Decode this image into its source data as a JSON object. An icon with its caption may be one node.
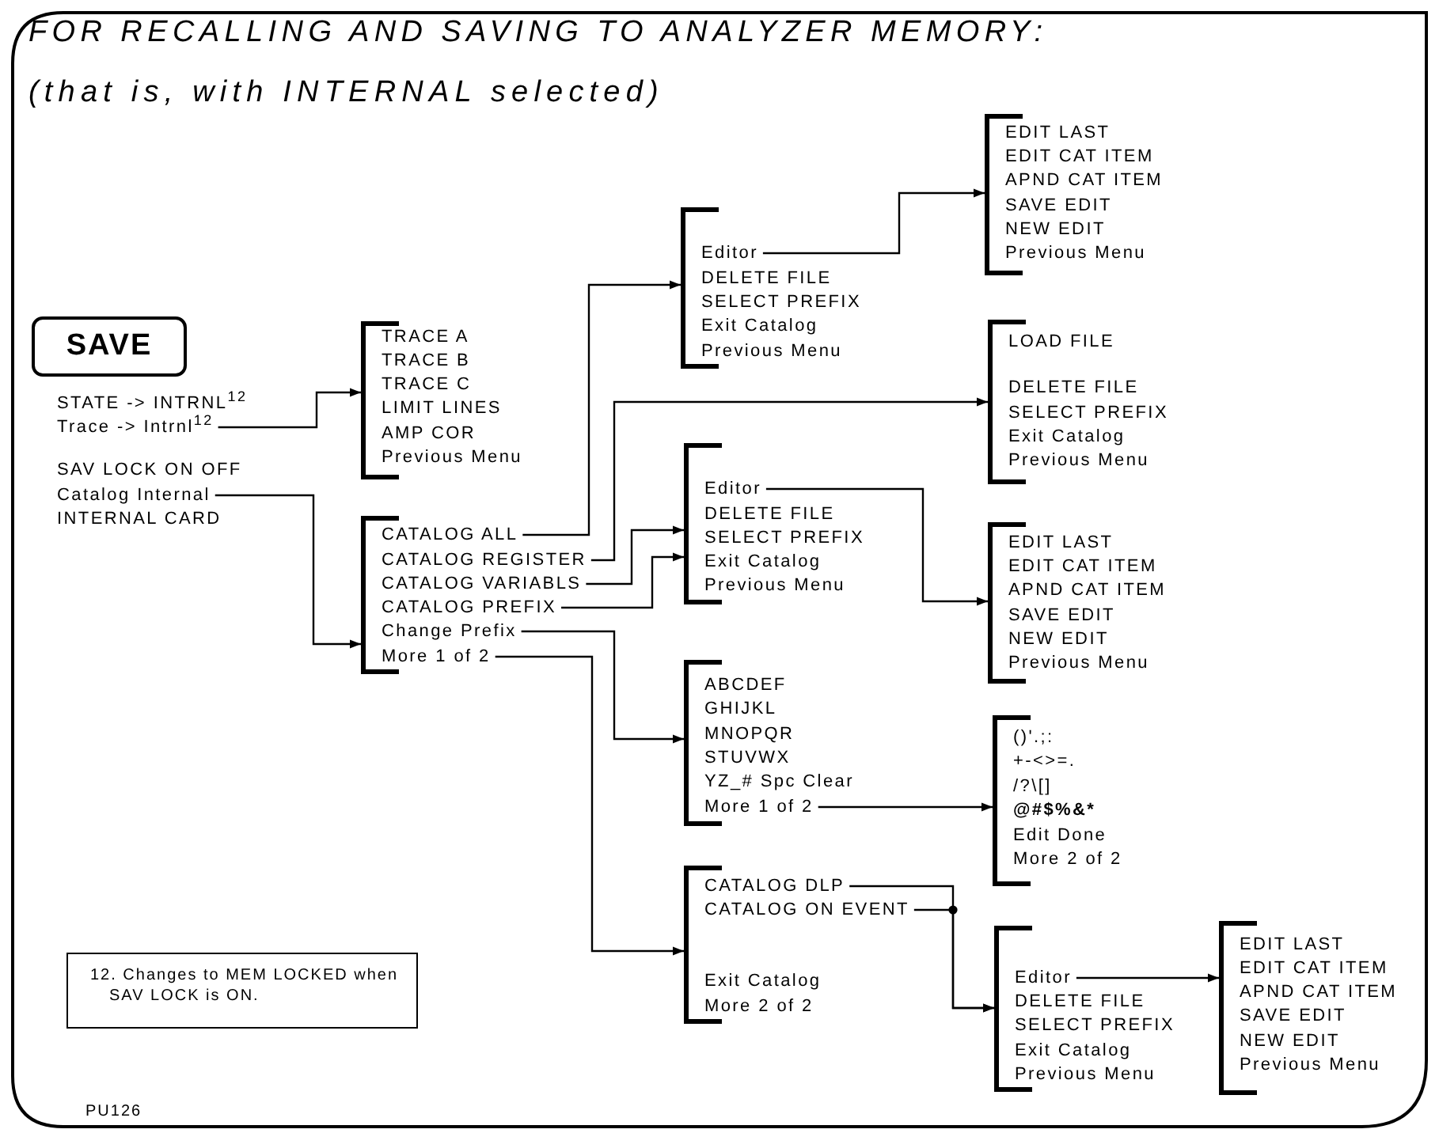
{
  "diagram": {
    "title": "FOR RECALLING AND SAVING TO ANALYZER MEMORY:",
    "nodes": [
      {
        "text": [
          "SAVE"
        ]
      },
      {
        "text": [
          "STATE -> INTRNL$^{12}$"
        ]
      },
      {
        "text": [
          "Trace -> Intrnl$^{12}$"
        ]
      },
      {
        "text": [
          "SAV LOCK ON OFF"
        ]
      },
      {
        "text": [
          "Catalog Internal"
        ]
      },
      {
        "text": [
          "INTERNAL CARD"
        ]
      },
      {
        "text": [],
        "shape": "bracket"
      },
      {
        "text": [
          "TRACE A"
        ],
        "in": 6
      },
      {
        "text": [
          "TRACE B"
        ],
        "in": 6
      },
      {
        "text": [
          "TRACE C"
        ],
        "in": 6
      },
      {
        "text": [
          "LIMIT LINES"
        ],
        "in": 6
      },
      {
        "text": [
          "AMP COR"
        ],
        "in": 6
      },
      {
        "text": [
          "Previous Menu"
        ],
        "in": 6
      },
      {
        "text": [],
        "shape": "bracket"
      },
      {
        "text": [
          "CATALOG ALL"
        ],
        "in": 13
      },
      {
        "text": [
          "CATALOG REGISTER"
        ],
        "in": 13
      },
      {
        "text": [
          "CATALOG VARIABLS"
        ],
        "in": 13
      },
      {
        "text": [
          "CATALOG PREFIX"
        ],
        "in": 13
      },
      {
        "text": [
          "Change Prefix"
        ],
        "in": 13
      },
      {
        "text": [
          "More 1 of 2"
        ],
        "in": 13
      },
      {
        "text": [],
        "shape": "bracket"
      },
      {
        "text": [
          "Editor"
        ],
        "in": 20
      },
      {
        "text": [
          "DELETE FILE"
        ],
        "in": 20
      },
      {
        "text": [
          "SELECT PREFIX"
        ],
        "in": 20
      },
      {
        "text": [
          "Exit Catalog"
        ],
        "in": 20
      },
      {
        "text": [
          "Previous Menu"
        ],
        "in": 20
      },
      {
        "text": [],
        "shape": "bracket"
      },
      {
        "text": [
          "EDIT LAST"
        ],
        "in": 26
      },
      {
        "text": [
          "EDIT CAT ITEM"
        ],
        "in": 26
      },
      {
        "text": [
          "APND CAT ITEM"
        ],
        "in": 26
      },
      {
        "text": [
          "SAVE EDIT"
        ],
        "in": 26
      },
      {
        "text": [
          "NEW EDIT"
        ],
        "in": 26
      },
      {
        "text": [
          "Previous Menu"
        ],
        "in": 26
      },
      {
        "text": [],
        "shape": "bracket"
      },
      {
        "text": [
          "LOAD FILE"
        ],
        "in": 33
      },
      {
        "text": [
          "DELETE FILE"
        ],
        "in": 33
      },
      {
        "text": [
          "SELECT PREFIX"
        ],
        "in": 33
      },
      {
        "text": [
          "Exit Catalog"
        ],
        "in": 33
      },
      {
        "text": [
          "Previous Menu"
        ],
        "in": 33
      },
      {
        "text": [],
        "shape": "bracket"
      },
      {
        "text": [
          "Editor"
        ],
        "in": 39
      },
      {
        "text": [
          "DELETE FILE"
        ],
        "in": 39
      },
      {
        "text": [
          "SELECT PREFIX"
        ],
        "in": 39
      },
      {
        "text": [
          "Exit Catalog"
        ],
        "in": 39
      },
      {
        "text": [
          "Previous Menu"
        ],
        "in": 39
      },
      {
        "text": [],
        "shape": "bracket"
      },
      {
        "text": [
          "EDIT LAST"
        ],
        "in": 45
      },
      {
        "text": [
          "EDIT CAT ITEM"
        ],
        "in": 45
      },
      {
        "text": [
          "APND CAT ITEM"
        ],
        "in": 45
      },
      {
        "text": [
          "SAVE EDIT"
        ],
        "in": 45
      },
      {
        "text": [
          "NEW EDIT"
        ],
        "in": 45
      },
      {
        "text": [
          "Previous Menu"
        ],
        "in": 45
      },
      {
        "text": [],
        "shape": "bracket"
      },
      {
        "text": [
          "ABCDEF"
        ],
        "in": 52
      },
      {
        "text": [
          "GHIJKL"
        ],
        "in": 52
      },
      {
        "text": [
          "MNOPQR"
        ],
        "in": 52
      },
      {
        "text": [
          "STUVWX"
        ],
        "in": 52
      },
      {
        "text": [
          "YZ_# Spc Clear"
        ],
        "in": 52
      },
      {
        "text": [
          "More 1 of 2"
        ],
        "in": 52
      },
      {
        "text": [],
        "shape": "bracket"
      },
      {
        "text": [
          "()'.;:"
        ],
        "in": 59
      },
      {
        "text": [
          "+-<>=."
        ],
        "in": 59
      },
      {
        "text": [
          "/?\\[]"
        ],
        "in": 59
      },
      {
        "text": [
          "@#$%&*"
        ],
        "in": 59
      },
      {
        "text": [
          "Edit Done"
        ],
        "in": 59
      },
      {
        "text": [
          "More 2 of 2"
        ],
        "in": 59
      },
      {
        "text": [],
        "shape": "bracket"
      },
      {
        "text": [
          "CATALOG DLP"
        ],
        "in": 66
      },
      {
        "text": [
          "CATALOG ON EVENT"
        ],
        "in": 66
      },
      {
        "text": [
          "Exit Catalog"
        ],
        "in": 66
      },
      {
        "text": [
          "More 2 of 2"
        ],
        "in": 66
      },
      {
        "text": [],
        "shape": "bracket"
      },
      {
        "text": [
          "Editor"
        ],
        "in": 71
      },
      {
        "text": [
          "DELETE FILE"
        ],
        "in": 71
      },
      {
        "text": [
          "SELECT PREFIX"
        ],
        "in": 71
      },
      {
        "text": [
          "Exit Catalog"
        ],
        "in": 71
      },
      {
        "text": [
          "Previous Menu"
        ],
        "in": 71
      },
      {
        "text": [],
        "shape": "bracket"
      },
      {
        "text": [
          "EDIT LAST"
        ],
        "in": 77
      },
      {
        "text": [
          "EDIT CAT ITEM"
        ],
        "in": 77
      },
      {
        "text": [
          "APND CAT ITEM"
        ],
        "in": 77
      },
      {
        "text": [
          "SAVE EDIT"
        ],
        "in": 77
      },
      {
        "text": [
          "NEW EDIT"
        ],
        "in": 77
      },
      {
        "text": [
          "Previous Menu"
        ],
        "in": 77
      },
      {
        "text": [
          "12. Changes to MEM LOCKED when SAV LOCK is ON."
        ]
      }
    ],
    "edges": [
      {
        "from": 2,
        "to": 6,
        "arrow": "to"
      },
      {
        "from": 4,
        "to": 13,
        "arrow": "to"
      },
      {
        "from": 14,
        "to": 20,
        "arrow": "to"
      },
      {
        "from": 15,
        "to": 33,
        "arrow": "to"
      },
      {
        "from": 16,
        "to": 39,
        "arrow": "to"
      },
      {
        "from": 17,
        "to": 39,
        "arrow": "to"
      },
      {
        "from": 18,
        "to": 52,
        "arrow": "to"
      },
      {
        "from": 19,
        "to": 66,
        "arrow": "to"
      },
      {
        "from": 21,
        "to": 26,
        "arrow": "to"
      },
      {
        "from": 40,
        "to": 45,
        "arrow": "to"
      },
      {
        "from": 58,
        "to": 59,
        "arrow": "to"
      },
      {
        "from": 67,
        "to": 71,
        "arrow": "to"
      },
      {
        "from": 68,
        "to": 71,
        "arrow": "to"
      },
      {
        "from": 72,
        "to": 77,
        "arrow": "to"
      }
    ],
    "labels": [
      "(that is, with INTERNAL selected)",
      "PU126"
    ]
  }
}
